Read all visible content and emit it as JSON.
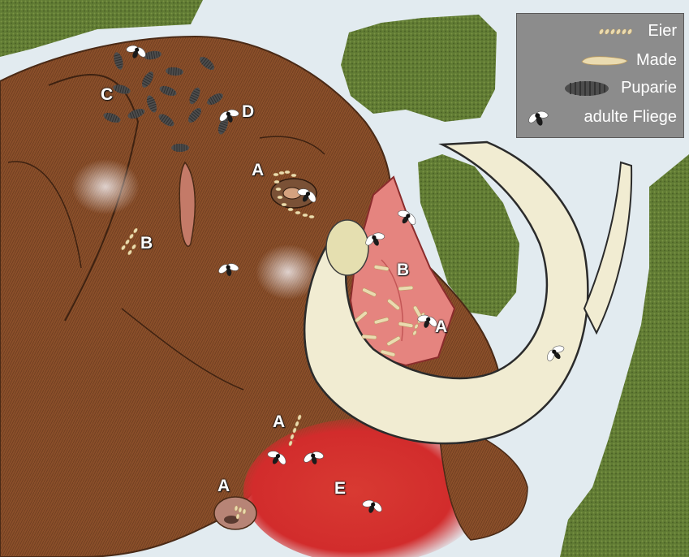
{
  "figure": {
    "legend": {
      "items": [
        {
          "icon": "eggs-icon",
          "label": "Eier"
        },
        {
          "icon": "maggot-icon",
          "label": "Made"
        },
        {
          "icon": "puparium-icon",
          "label": "Puparie"
        },
        {
          "icon": "adult-fly-icon",
          "label": "adulte Fliege"
        }
      ]
    },
    "labels": {
      "a_eye": "A",
      "a_mouth": "A",
      "a_chin": "A",
      "a_trunk_tip": "A",
      "b_cheek": "B",
      "b_trunk_wound": "B",
      "c_forehead": "C",
      "d_forehead": "D",
      "e_blood": "E"
    },
    "colors": {
      "fur": "#8a4f2a",
      "fur_dark": "#5e3219",
      "tusk": "#f1ecd2",
      "grass": "#5f7a33",
      "snow": "#e2ebf0",
      "wound": "#e5847f",
      "blood": "#d63030",
      "maggot": "#eadbb0",
      "puparium": "#4d4d4d",
      "legend_bg": "#8c8c8c"
    }
  }
}
